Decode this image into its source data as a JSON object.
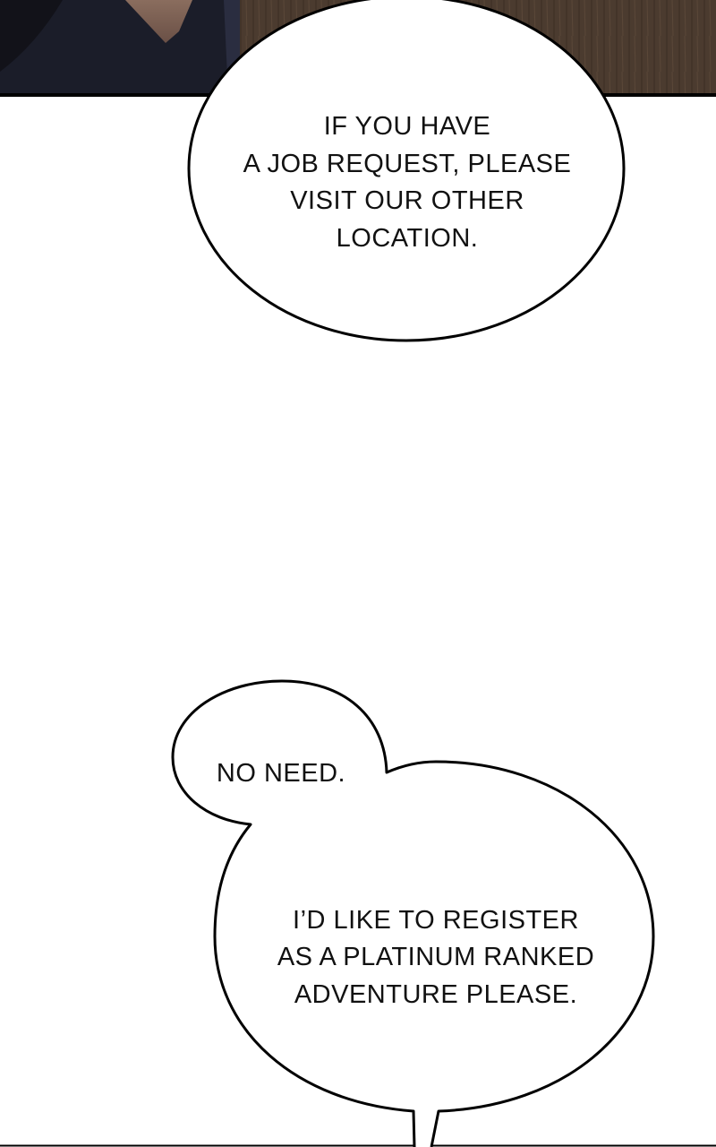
{
  "colors": {
    "wood": "#4a3a2e",
    "jacket": "#1c1e2a",
    "ink": "#000000",
    "paper": "#ffffff"
  },
  "bubble_top": {
    "lines": [
      "IF YOU HAVE",
      "A JOB REQUEST, PLEASE",
      "VISIT OUR OTHER",
      "LOCATION."
    ]
  },
  "bubble_small": {
    "lines": [
      "NO NEED."
    ]
  },
  "bubble_large": {
    "lines": [
      "I’D LIKE TO REGISTER",
      "AS A PLATINUM RANKED",
      "ADVENTURE PLEASE."
    ]
  }
}
